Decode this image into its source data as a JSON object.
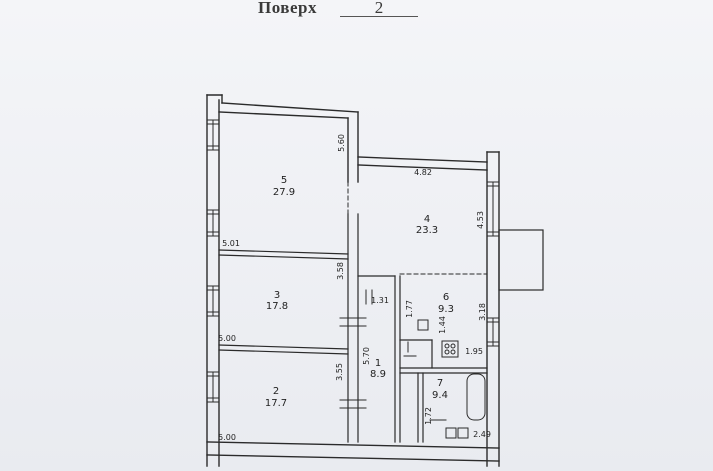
{
  "header": {
    "floor_label": "Поверх",
    "floor_number": "2"
  },
  "rooms": [
    {
      "number": "5",
      "area": "27.9"
    },
    {
      "number": "4",
      "area": "23.3"
    },
    {
      "number": "3",
      "area": "17.8"
    },
    {
      "number": "6",
      "area": "9.3"
    },
    {
      "number": "1",
      "area": "8.9"
    },
    {
      "number": "7",
      "area": "9.4"
    },
    {
      "number": "2",
      "area": "17.7"
    }
  ],
  "dimensions": {
    "d_5_60": "5.60",
    "d_4_82": "4.82",
    "d_4_53": "4.53",
    "d_5_01": "5.01",
    "d_3_58": "3.58",
    "d_1_31": "1.31",
    "d_1_77": "1.77",
    "d_1_44": "1.44",
    "d_3_18": "3.18",
    "d_5_00_top": "5.00",
    "d_5_70": "5.70",
    "d_3_55": "3.55",
    "d_1_95": "1.95",
    "d_1_72": "1.72",
    "d_2_49": "2.49",
    "d_5_00_bottom": "5.00"
  },
  "colors": {
    "wall": "#2b2b2b",
    "line": "#333333",
    "paper": "#f1f2f6"
  }
}
